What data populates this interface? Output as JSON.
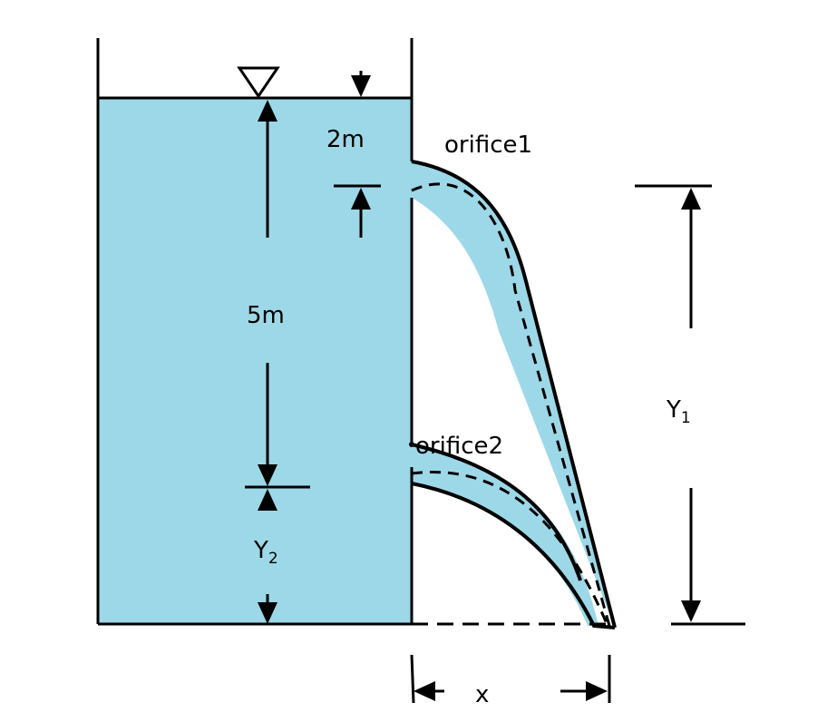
{
  "labels": {
    "orifice1": "orifice1",
    "orifice2": "orifice2",
    "depth_top": "2m",
    "depth_between": "5m",
    "y1_main": "Y",
    "y1_sub": "1",
    "y2_main": "Y",
    "y2_sub": "2",
    "x": "x"
  },
  "colors": {
    "water": "#9dd8e8",
    "line": "#000000"
  }
}
